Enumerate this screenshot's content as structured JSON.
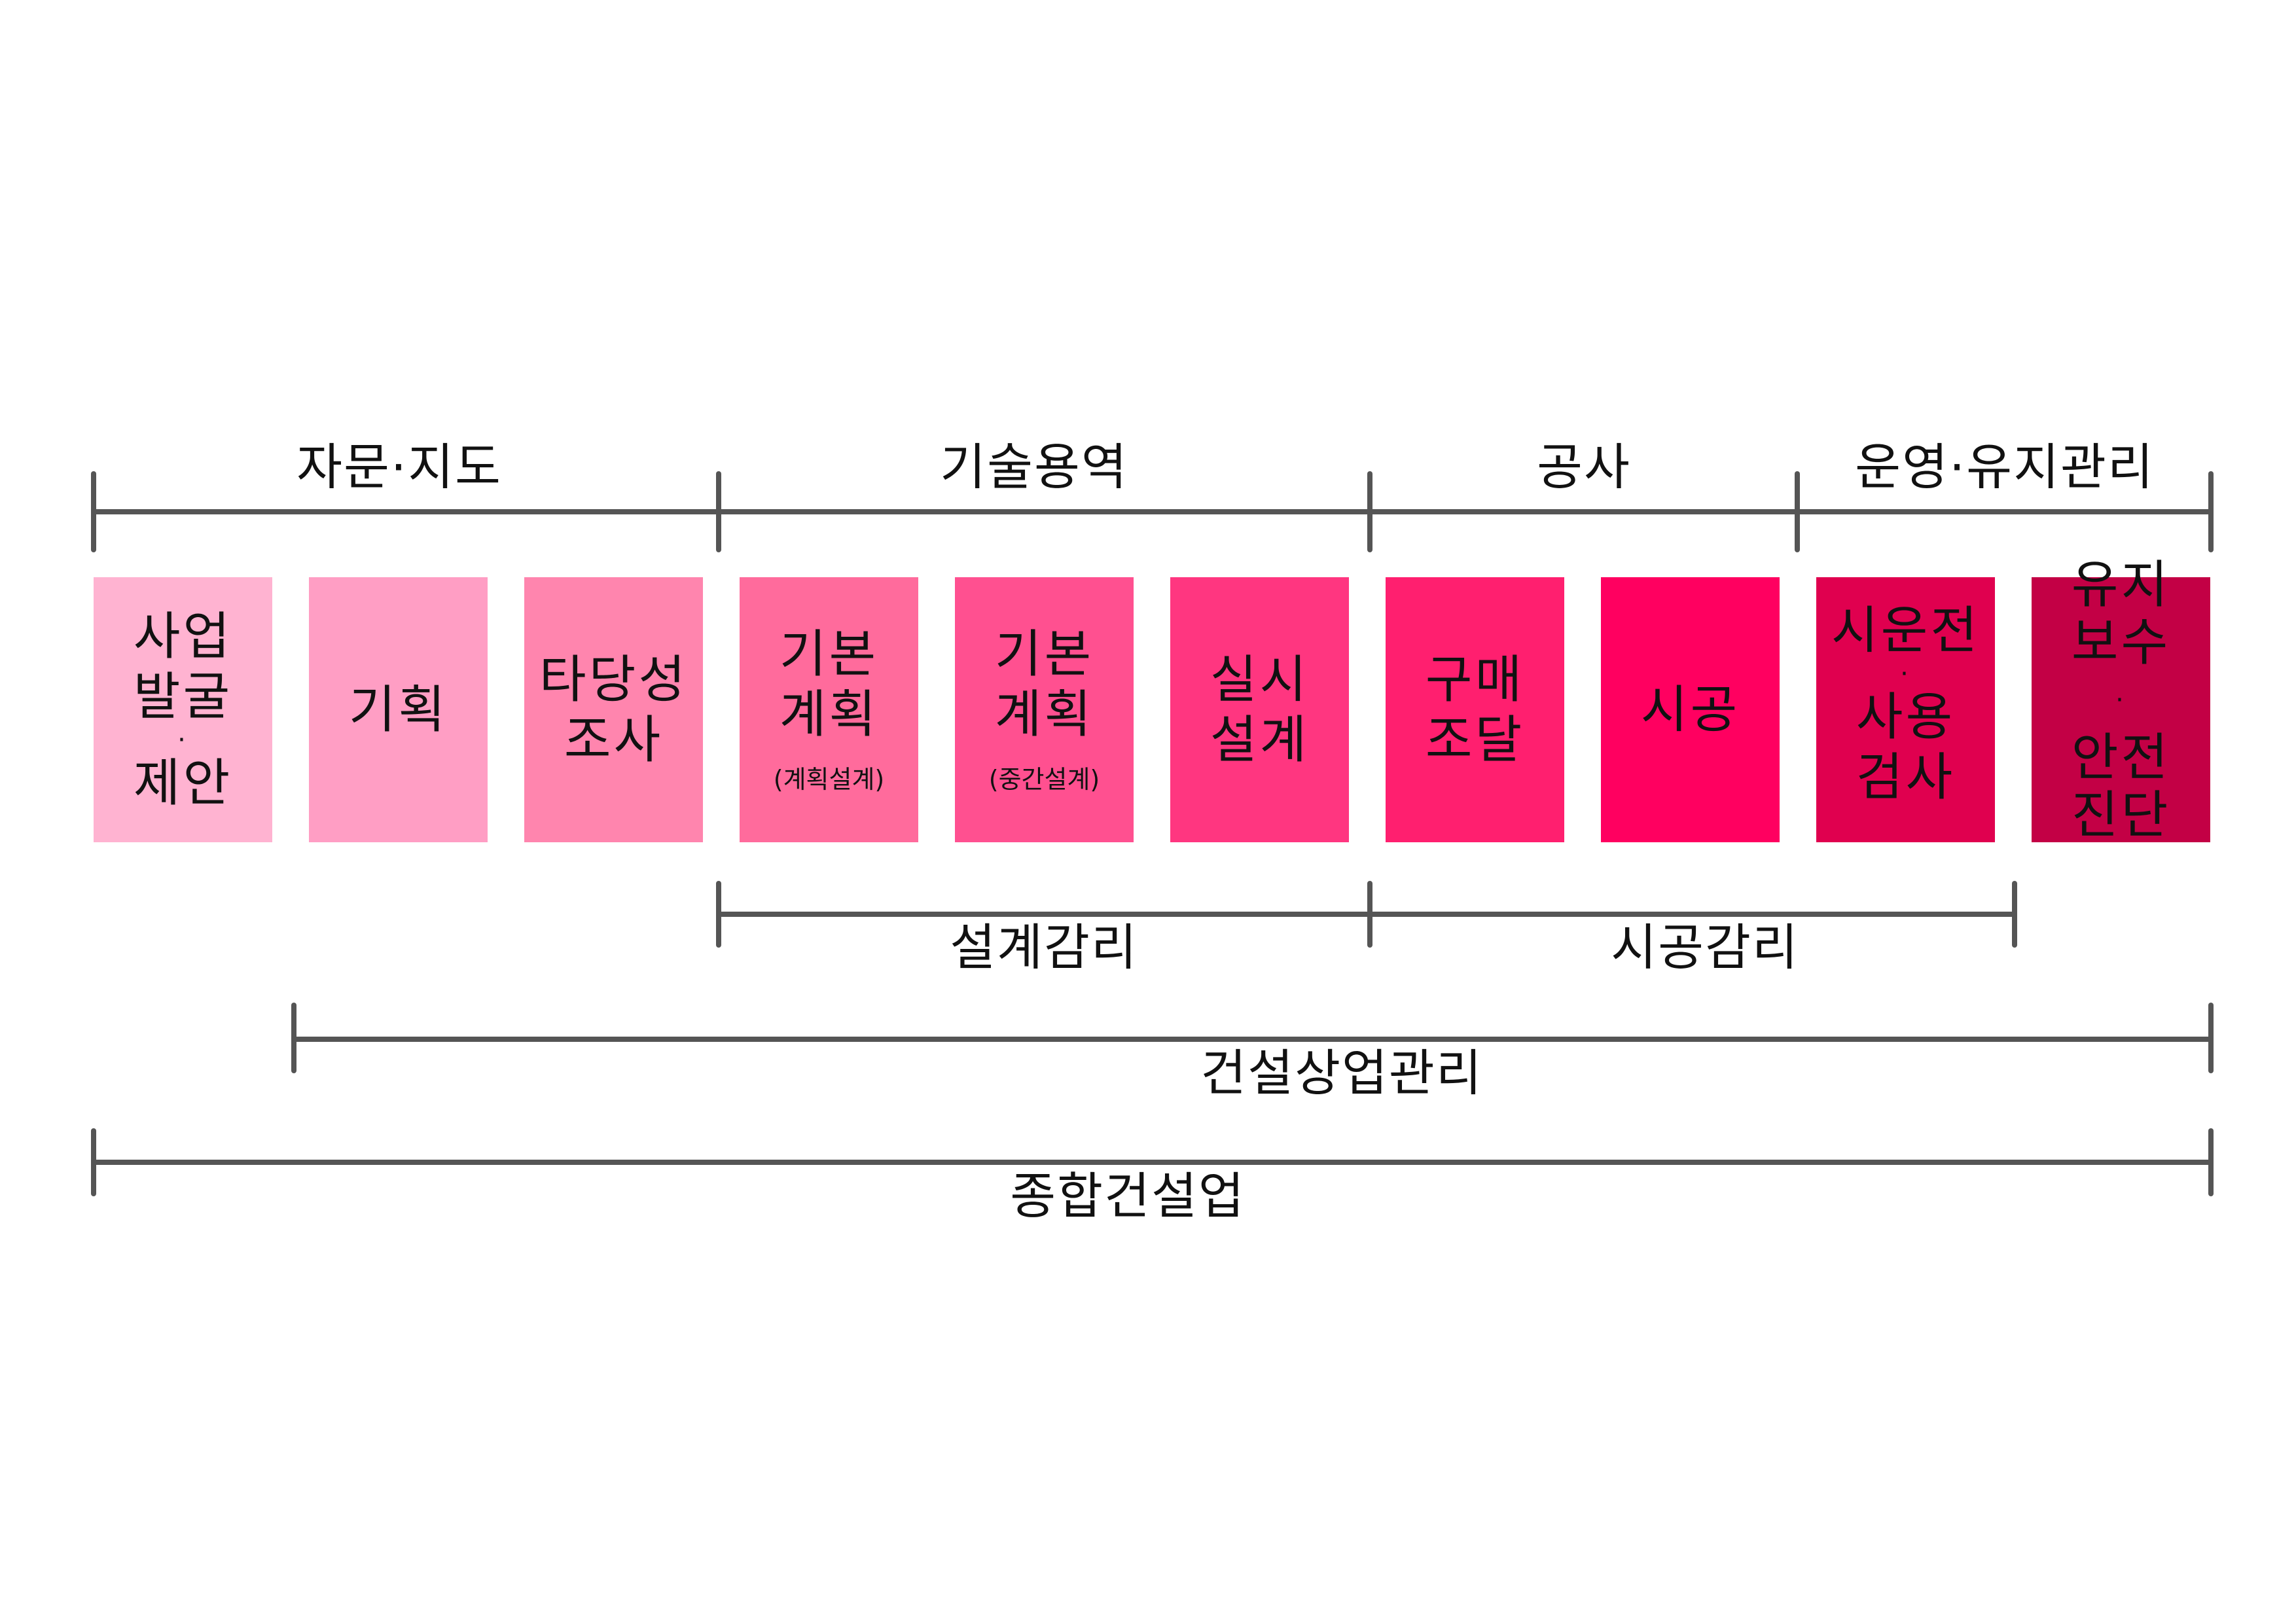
{
  "top_groups": [
    "자문·지도",
    "기술용역",
    "공사",
    "운영·유지관리"
  ],
  "boxes": [
    {
      "lines": [
        "사업",
        "발굴",
        "·",
        "제안"
      ],
      "color": "#ffb3d1"
    },
    {
      "lines": [
        "기획"
      ],
      "color": "#ff9ec4"
    },
    {
      "lines": [
        "타당성",
        "조사"
      ],
      "color": "#ff85ae"
    },
    {
      "lines": [
        "기본",
        "계획"
      ],
      "sub": "(계획설계)",
      "color": "#ff6b9c"
    },
    {
      "lines": [
        "기본",
        "계획"
      ],
      "sub": "(중간설계)",
      "color": "#ff5090"
    },
    {
      "lines": [
        "실시",
        "설계"
      ],
      "color": "#ff3680"
    },
    {
      "lines": [
        "구매",
        "조달"
      ],
      "color": "#ff1f6f"
    },
    {
      "lines": [
        "시공"
      ],
      "color": "#ff0060"
    },
    {
      "lines": [
        "시운전",
        "·",
        "사용",
        "검사"
      ],
      "color": "#e0004f"
    },
    {
      "lines": [
        "유지",
        "보수",
        "·",
        "안전",
        "진단"
      ],
      "color": "#c30045"
    }
  ],
  "supervision": [
    "설계감리",
    "시공감리"
  ],
  "construction_management": "건설상업관리",
  "general_construction": "종합건설업",
  "colors": {
    "bracket": "#555555"
  }
}
